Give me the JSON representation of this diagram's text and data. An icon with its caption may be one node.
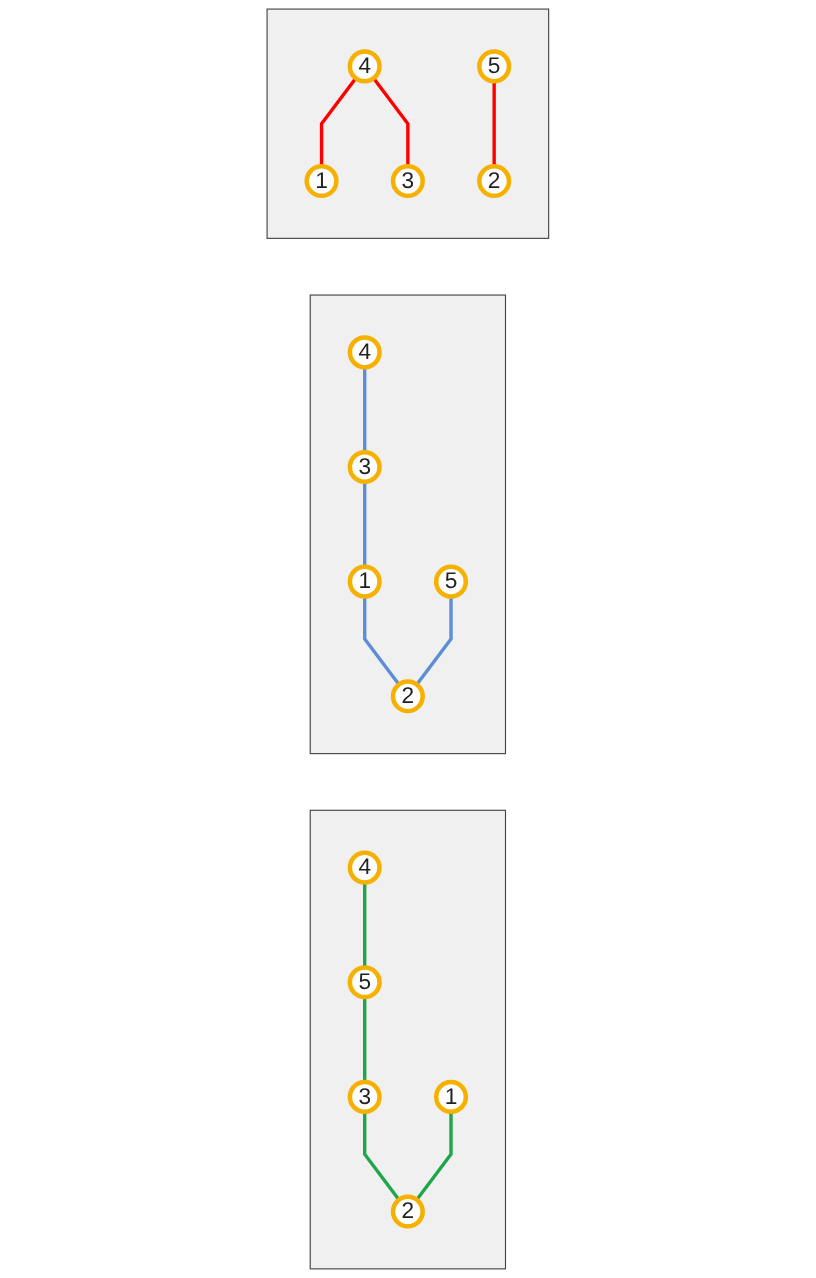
{
  "diagram": {
    "nodes": [
      {
        "text": [],
        "shape": "parallelogram"
      },
      {
        "text": [
          "4"
        ],
        "in": 0
      },
      {
        "text": [
          "5"
        ],
        "in": 0
      },
      {
        "text": [
          "3"
        ],
        "in": 0
      },
      {
        "text": [
          "1"
        ],
        "in": 0
      },
      {
        "text": [
          "2"
        ],
        "in": 0
      },
      {
        "text": [],
        "shape": "parallelogram"
      },
      {
        "text": [
          "4"
        ],
        "in": 6
      },
      {
        "text": [
          "5"
        ],
        "in": 6
      },
      {
        "text": [
          "3"
        ],
        "in": 6
      },
      {
        "text": [
          "1"
        ],
        "in": 6
      },
      {
        "text": [
          "2"
        ],
        "in": 6
      },
      {
        "text": [],
        "shape": "parallelogram"
      },
      {
        "text": [
          "4"
        ],
        "in": 12
      },
      {
        "text": [
          "5"
        ],
        "in": 12
      },
      {
        "text": [
          "3"
        ],
        "in": 12
      },
      {
        "text": [
          "1"
        ],
        "in": 12
      },
      {
        "text": [
          "2"
        ],
        "in": 12
      }
    ],
    "edges": [
      {
        "from": 1,
        "to": 4,
        "arrow": "none",
        "color": "#ff0000"
      },
      {
        "from": 1,
        "to": 3,
        "arrow": "none",
        "color": "#ff0000"
      },
      {
        "from": 2,
        "to": 5,
        "arrow": "none",
        "color": "#ff0000"
      },
      {
        "from": 7,
        "to": 9,
        "arrow": "none",
        "color": "#5b8ed6"
      },
      {
        "from": 9,
        "to": 10,
        "arrow": "none",
        "color": "#5b8ed6"
      },
      {
        "from": 10,
        "to": 11,
        "arrow": "none",
        "color": "#5b8ed6"
      },
      {
        "from": 8,
        "to": 11,
        "arrow": "none",
        "color": "#5b8ed6"
      },
      {
        "from": 13,
        "to": 14,
        "arrow": "none",
        "color": "#1fa54a"
      },
      {
        "from": 14,
        "to": 15,
        "arrow": "none",
        "color": "#1fa54a"
      },
      {
        "from": 15,
        "to": 17,
        "arrow": "none",
        "color": "#1fa54a"
      },
      {
        "from": 16,
        "to": 17,
        "arrow": "none",
        "color": "#1fa54a"
      }
    ]
  }
}
